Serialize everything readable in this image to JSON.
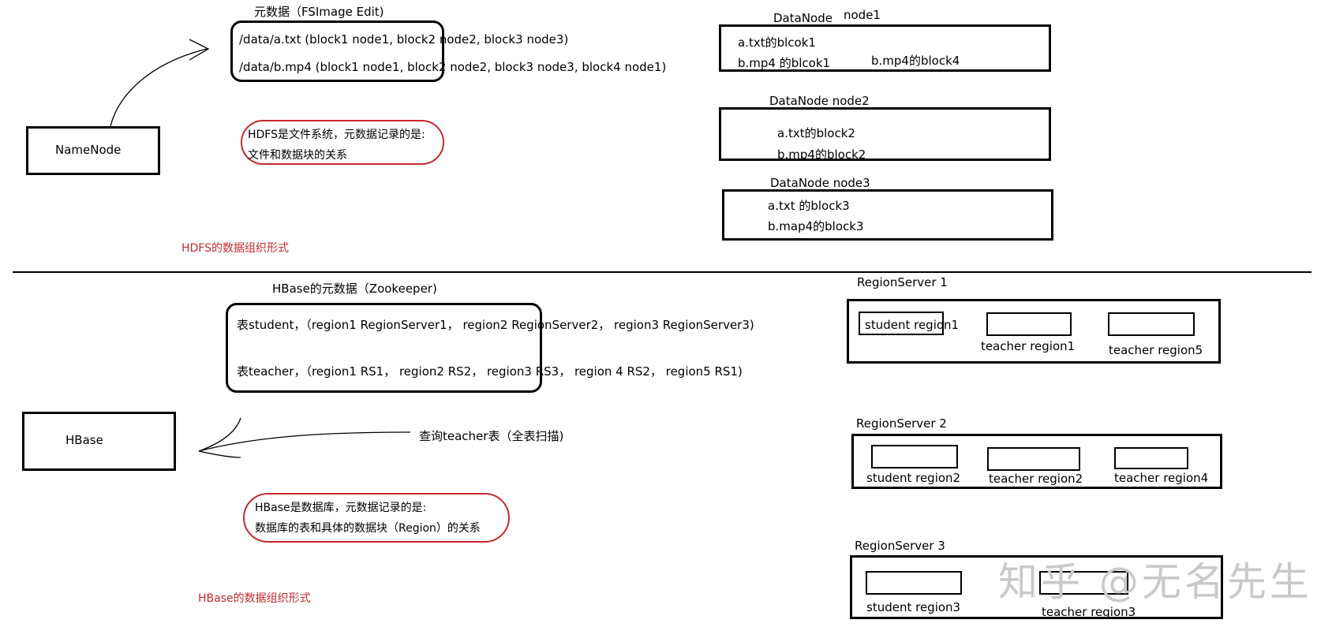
{
  "hdfs": {
    "meta_title": "元数据（FSImage Edit)",
    "meta_line1": "/data/a.txt (block1 node1, block2 node2, block3 node3)",
    "meta_line2": "/data/b.mp4 (block1 node1, block2 node2, block3 node3, block4 node1)",
    "namenode": "NameNode",
    "note_line1": "HDFS是文件系统，元数据记录的是:",
    "note_line2": "文件和数据块的关系",
    "caption": "HDFS的数据组织形式",
    "datanodes": [
      {
        "title_a": "DataNode",
        "title_b": "node1",
        "lines": [
          "a.txt的blcok1",
          "b.mp4 的blcok1"
        ],
        "extra": "b.mp4的block4"
      },
      {
        "title": "DataNode node2",
        "lines": [
          "a.txt的block2",
          "b.mp4的block2"
        ]
      },
      {
        "title": "DataNode node3",
        "lines": [
          "a.txt 的block3",
          "b.map4的block3"
        ]
      }
    ]
  },
  "hbase": {
    "meta_title": "HBase的元数据（Zookeeper)",
    "meta_line1": "表student，（region1 RegionServer1，  region2 RegionServer2，  region3 RegionServer3)",
    "meta_line2": "表teacher，（region1 RS1，  region2 RS2，  region3    RS3，  region 4 RS2，  region5 RS1)",
    "hbase_label": "HBase",
    "query": "查询teacher表（全表扫描)",
    "note_line1": "HBase是数据库，元数据记录的是:",
    "note_line2": "数据库的表和具体的数据块（Region）的关系",
    "caption": "HBase的数据组织形式",
    "regionservers": [
      {
        "title": "RegionServer 1",
        "regions": [
          "student region1",
          "teacher region1",
          "teacher region5"
        ]
      },
      {
        "title": "RegionServer 2",
        "regions": [
          "student region2",
          "teacher region2",
          "teacher region4"
        ]
      },
      {
        "title": "RegionServer 3",
        "regions": [
          "student region3",
          "teacher region3"
        ]
      }
    ]
  },
  "watermark": "知乎 @无名先生",
  "colors": {
    "ink": "#000000",
    "accent_red": "#c8282e",
    "watermark": "#c9c9c9"
  }
}
